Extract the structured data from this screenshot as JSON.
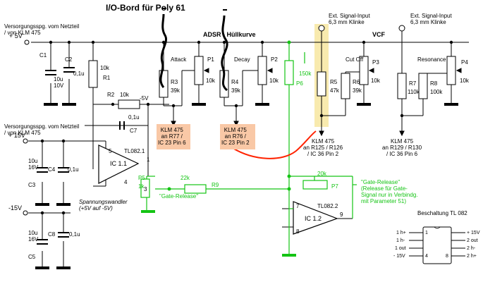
{
  "title": "I/O-Bord für Poly 61",
  "colors": {
    "ink": "#000000",
    "green": "#14c414",
    "yellow": "#f7e6a0",
    "orange": "#f9c8a6",
    "red": "#ff2200"
  },
  "labels": {
    "supply_plus5_note": "Versorgungsspg. vom Netzteil\n/ von KLM 475",
    "supply_plus15_note": "Versorgungsspg. vom Netzteil\n/ von KLM 475",
    "rail_plus5": "+ 5V",
    "rail_plus15": "+ 15V",
    "rail_minus15": "-15V",
    "rail_minus5": "-5V",
    "adsr_title": "ADSR - Hüllkurve",
    "vcf_title": "VCF",
    "ext_input_1": "Ext. Signal-Input\n6,3 mm Klinke",
    "ext_input_2": "Ext. Signal-Input\n6,3 mm Klinke",
    "attack": "Attack",
    "decay": "Decay",
    "cutoff": "Cut Off",
    "resonance": "Resonance",
    "klm_attack": "KLM 475\nan R77 /\nIC 23 Pin 6",
    "klm_decay": "KLM 475\nan R76 /\nIC 23 Pin 2",
    "klm_cutoff": "KLM 475\nan R125 / R126\n/ IC 36 Pin 2",
    "klm_resonance": "KLM 475\nan R129 / R130\n/ IC 36 Pin 6",
    "gate_release_1": "\"Gate-Release\"",
    "gate_release_2": "\"Gate-Release\"\n(Release für Gate-\nSignal nur in Verbindg.\nmit Parameter 51)",
    "spannungswandler": "Spannungswandler\n(+5V auf -5V)",
    "beschaltung": "Beschaltung TL 082",
    "ic11": "IC 1.1",
    "tl0821": "TL082.1",
    "ic12": "IC 1.2",
    "tl0822": "TL082.2"
  },
  "components": {
    "C1": "C1",
    "C1v": "10u\n10V",
    "C2": "C2",
    "C2v": "0,1u",
    "R1": "R1",
    "R1v": "10k",
    "R2": "R2",
    "R2v": "10k",
    "C6v": "0,1u",
    "C7": "C7",
    "C4": "C4",
    "C4v": "0,1u",
    "C3": "C3",
    "C3v": "10u\n16V",
    "C5": "C5",
    "C5v": "10u\n16V",
    "C8": "C8",
    "C8v": "0,1u",
    "R3": "R3",
    "R3v": "39k",
    "P1": "P1",
    "P1v": "10k",
    "R4": "R4",
    "R4v": "39k",
    "P2": "P2",
    "P2v": "10k",
    "P6": "P6",
    "P6v": "150k",
    "R5": "R5",
    "R5v": "47k",
    "R6": "R6",
    "R6v": "39k",
    "P3": "P3",
    "P3v": "10k",
    "R7": "R7",
    "R7v": "110k",
    "R8": "R8",
    "R8v": "100k",
    "P4": "P4",
    "P4v": "10k",
    "P5": "P5",
    "P5v": "1k",
    "R9v": "22k",
    "R9": "R9",
    "P7v": "20k",
    "P7": "P7"
  },
  "pins": {
    "p5": "5",
    "p4": "4",
    "p1": "1",
    "p7": "7",
    "p8": "8",
    "p9": "9",
    "p3": "3"
  },
  "pinout": {
    "left": [
      "1 h+",
      "1 h-",
      "1 out",
      "- 15V"
    ],
    "right": [
      "+ 15V",
      "2 out",
      "2 h-",
      "2 h+"
    ],
    "left_nums": [
      "1",
      "",
      "",
      "4"
    ],
    "right_nums": [
      "",
      "",
      "",
      "8"
    ]
  }
}
